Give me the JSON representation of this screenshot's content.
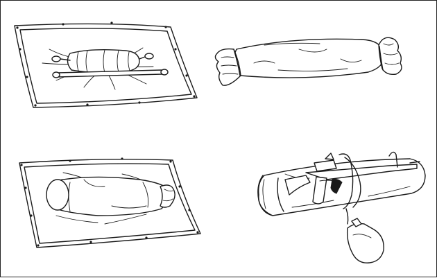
{
  "colors": {
    "line": "#1a1a1a",
    "background": "#ffffff",
    "frame": "#222222"
  },
  "panels": [
    {
      "id": "step-1",
      "icon": "poncho-with-roll-icon"
    },
    {
      "id": "step-2",
      "icon": "bedroll-tied-icon"
    },
    {
      "id": "step-3",
      "icon": "poncho-wrapped-roll-icon"
    },
    {
      "id": "step-4",
      "icon": "roll-with-rifle-and-canteen-icon"
    }
  ]
}
